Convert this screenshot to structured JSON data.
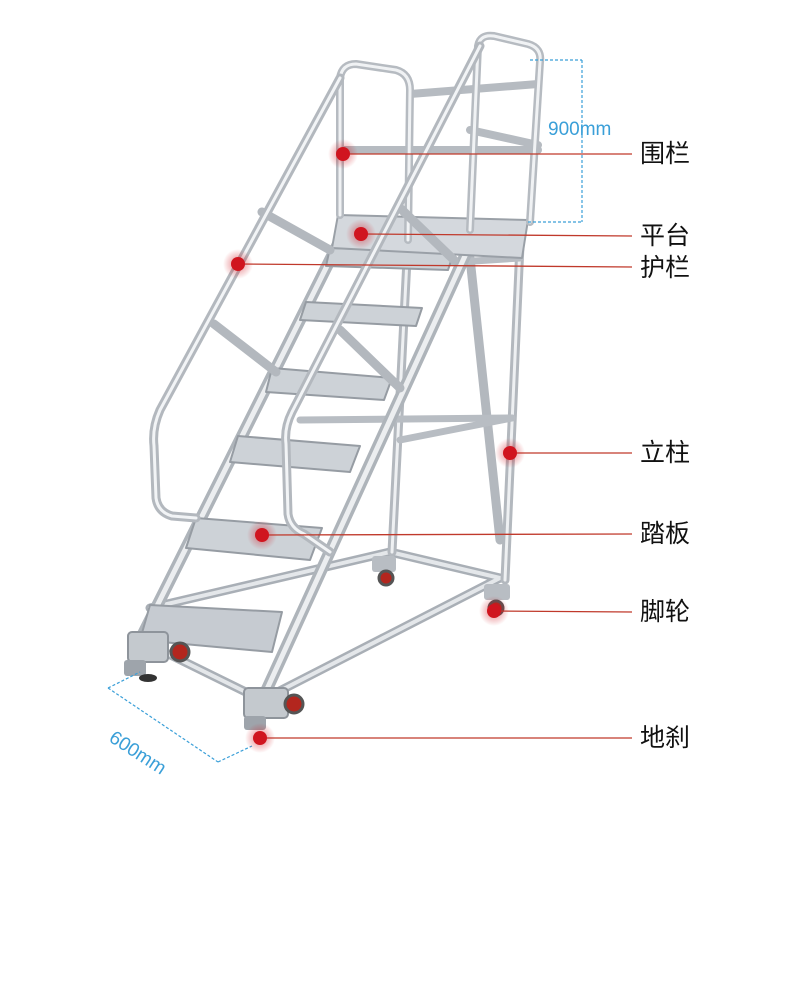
{
  "dimensions": {
    "height_label": "900mm",
    "width_label": "600mm"
  },
  "callouts": [
    {
      "id": "guardrail-top",
      "label": "围栏"
    },
    {
      "id": "platform",
      "label": "平台"
    },
    {
      "id": "handrail",
      "label": "护栏"
    },
    {
      "id": "column",
      "label": "立柱"
    },
    {
      "id": "tread",
      "label": "踏板"
    },
    {
      "id": "caster",
      "label": "脚轮"
    },
    {
      "id": "floor-brake",
      "label": "地刹"
    }
  ],
  "colors": {
    "callout_line": "#c0392b",
    "callout_dot": "#d0151f",
    "dimension": "#3a9fd8",
    "label_text": "#111111",
    "frame_metal": "#cfd3d8",
    "frame_edge": "#9ea4ab"
  }
}
